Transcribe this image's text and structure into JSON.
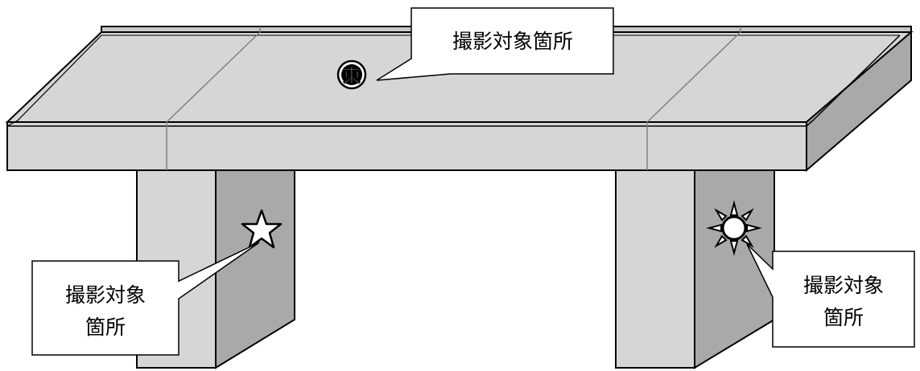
{
  "callouts": {
    "top": {
      "lines": [
        "撮影対象箇所"
      ]
    },
    "left": {
      "lines": [
        "撮影対象",
        "箇所"
      ]
    },
    "right": {
      "lines": [
        "撮影対象",
        "箇所"
      ]
    }
  },
  "markers": {
    "deck_marker": {
      "glyph": "東"
    }
  },
  "colors": {
    "light_face": "#d6d6d6",
    "dark_face": "#a9a9a9",
    "outline": "#000000",
    "joint_line": "#808080"
  }
}
